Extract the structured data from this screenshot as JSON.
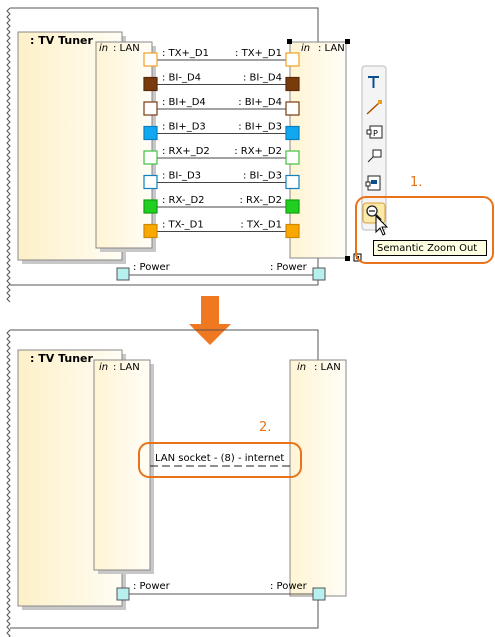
{
  "top": {
    "part_title": ": TV Tuner",
    "left_port": {
      "keyword": "in",
      "name": ": LAN"
    },
    "right_port": {
      "keyword": "in",
      "name": ": LAN"
    },
    "connections": [
      {
        "left": ": TX+_D1",
        "right": ": TX+_D1",
        "color": "#ffffff",
        "border": "#f0a020"
      },
      {
        "left": ": BI-_D4",
        "right": ": BI-_D4",
        "color": "#7a3b0c",
        "border": "#5a2a08"
      },
      {
        "left": ": BI+_D4",
        "right": ": BI+_D4",
        "color": "#ffffff",
        "border": "#7a3b0c"
      },
      {
        "left": ": BI+_D3",
        "right": ": BI+_D3",
        "color": "#10a8f0",
        "border": "#0a80c0"
      },
      {
        "left": ": RX+_D2",
        "right": ": RX+_D2",
        "color": "#ffffff",
        "border": "#40c040"
      },
      {
        "left": ": BI-_D3",
        "right": ": BI-_D3",
        "color": "#ffffff",
        "border": "#1080c0"
      },
      {
        "left": ": RX-_D2",
        "right": ": RX-_D2",
        "color": "#20d020",
        "border": "#10a010"
      },
      {
        "left": ": TX-_D1",
        "right": ": TX-_D1",
        "color": "#f8a800",
        "border": "#d08800"
      }
    ],
    "power_left": ": Power",
    "power_right": ": Power"
  },
  "toolbar": {
    "icons": [
      "text-icon",
      "connector-icon",
      "port-icon",
      "note-icon",
      "structure-icon",
      "zoom-out-icon"
    ],
    "tooltip": "Semantic Zoom Out"
  },
  "step1_label": "1.",
  "arrow_color": "#f07820",
  "bottom": {
    "part_title": ": TV Tuner",
    "left_port": {
      "keyword": "in",
      "name": ": LAN"
    },
    "right_port": {
      "keyword": "in",
      "name": ": LAN"
    },
    "connector_label": "LAN socket - (8) - internet",
    "power_left": ": Power",
    "power_right": ": Power"
  },
  "step2_label": "2."
}
